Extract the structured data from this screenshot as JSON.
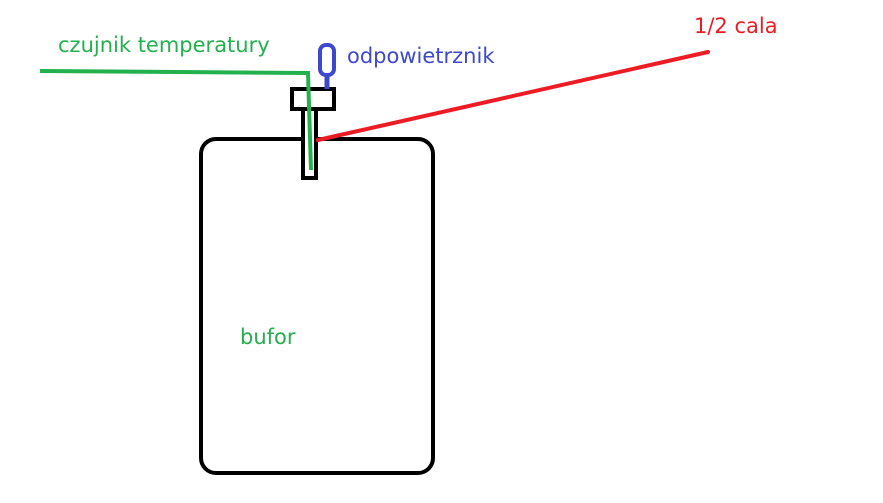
{
  "labels": {
    "temperature_sensor": "czujnik temperatury",
    "air_vent": "odpowietrznik",
    "pipe_size": "1/2 cala",
    "buffer_tank": "bufor"
  },
  "colors": {
    "background": "#ffffff",
    "outline": "#000000",
    "sensor_line": "#22b14c",
    "vent": "#3f48cc",
    "pipe_line": "#ed1c24"
  }
}
